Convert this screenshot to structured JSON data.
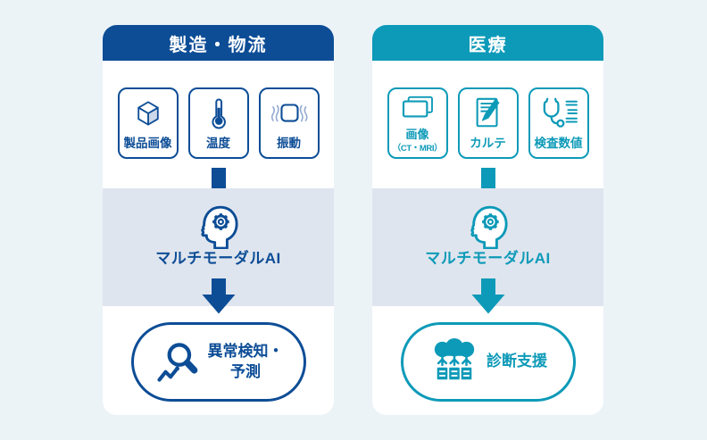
{
  "page": {
    "background": "#ecf3f7",
    "band_background": "#dfe5ee",
    "card_background": "#ffffff"
  },
  "columns": [
    {
      "title": "製造・物流",
      "accent": "#0d4d96",
      "inputs": [
        {
          "icon": "cube-icon",
          "label": "製品画像"
        },
        {
          "icon": "thermometer-icon",
          "label": "温度"
        },
        {
          "icon": "vibration-icon",
          "label": "振動"
        }
      ],
      "ai_icon": "head-gear-icon",
      "ai_label": "マルチモーダルAI",
      "output": {
        "icon": "magnifier-trend-icon",
        "lines": [
          "異常検知・",
          "予測"
        ]
      }
    },
    {
      "title": "医療",
      "accent": "#0d9ab8",
      "inputs": [
        {
          "icon": "medical-images-icon",
          "label": "画像",
          "sublabel": "（CT・MRI）"
        },
        {
          "icon": "document-pencil-icon",
          "label": "カルテ"
        },
        {
          "icon": "stethoscope-icon",
          "label": "検査数値"
        }
      ],
      "ai_icon": "head-gear-icon",
      "ai_label": "マルチモーダルAI",
      "output": {
        "icon": "brain-documents-icon",
        "lines": [
          "診断支援"
        ]
      }
    }
  ]
}
